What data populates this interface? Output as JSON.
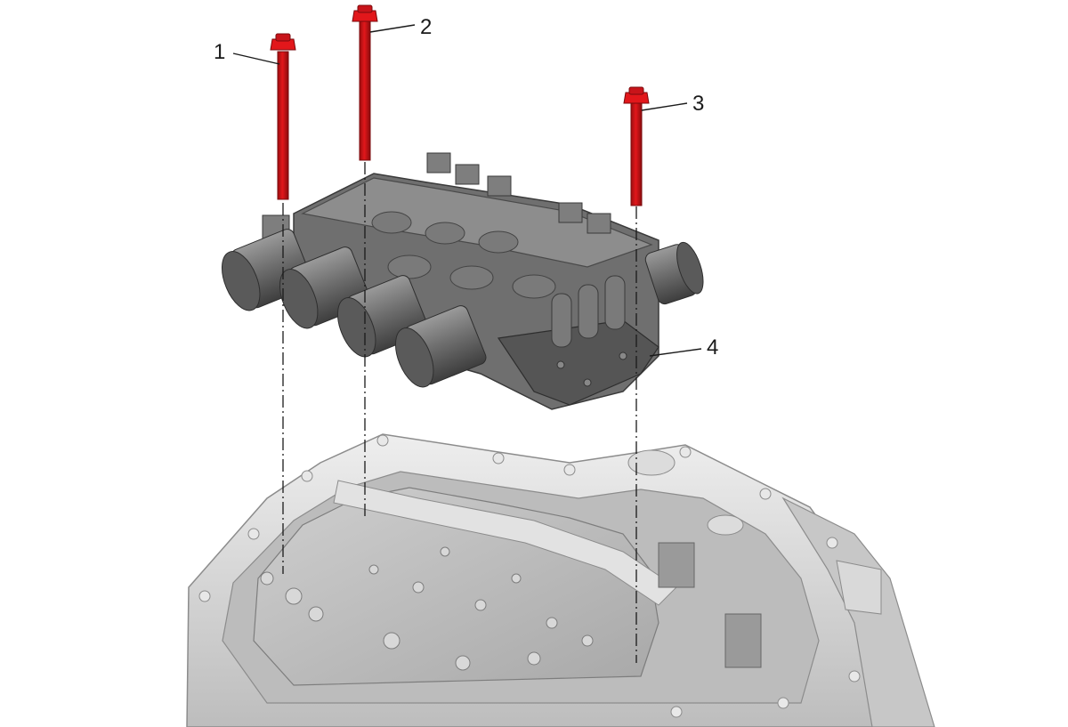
{
  "diagram": {
    "callouts": [
      {
        "id": "1",
        "label": "1",
        "part": "bolt"
      },
      {
        "id": "2",
        "label": "2",
        "part": "bolt"
      },
      {
        "id": "3",
        "label": "3",
        "part": "bolt"
      },
      {
        "id": "4",
        "label": "4",
        "part": "control-solenoid-valve-body"
      }
    ],
    "colors": {
      "bolt": "#e2171b",
      "bolt_dark": "#9c0e10",
      "solenoid_body": "#6f6f6f",
      "solenoid_dark": "#3e3e3e",
      "housing": "#d4d4d4",
      "housing_shade": "#a9a9a9",
      "line": "#1a1a1a"
    }
  }
}
